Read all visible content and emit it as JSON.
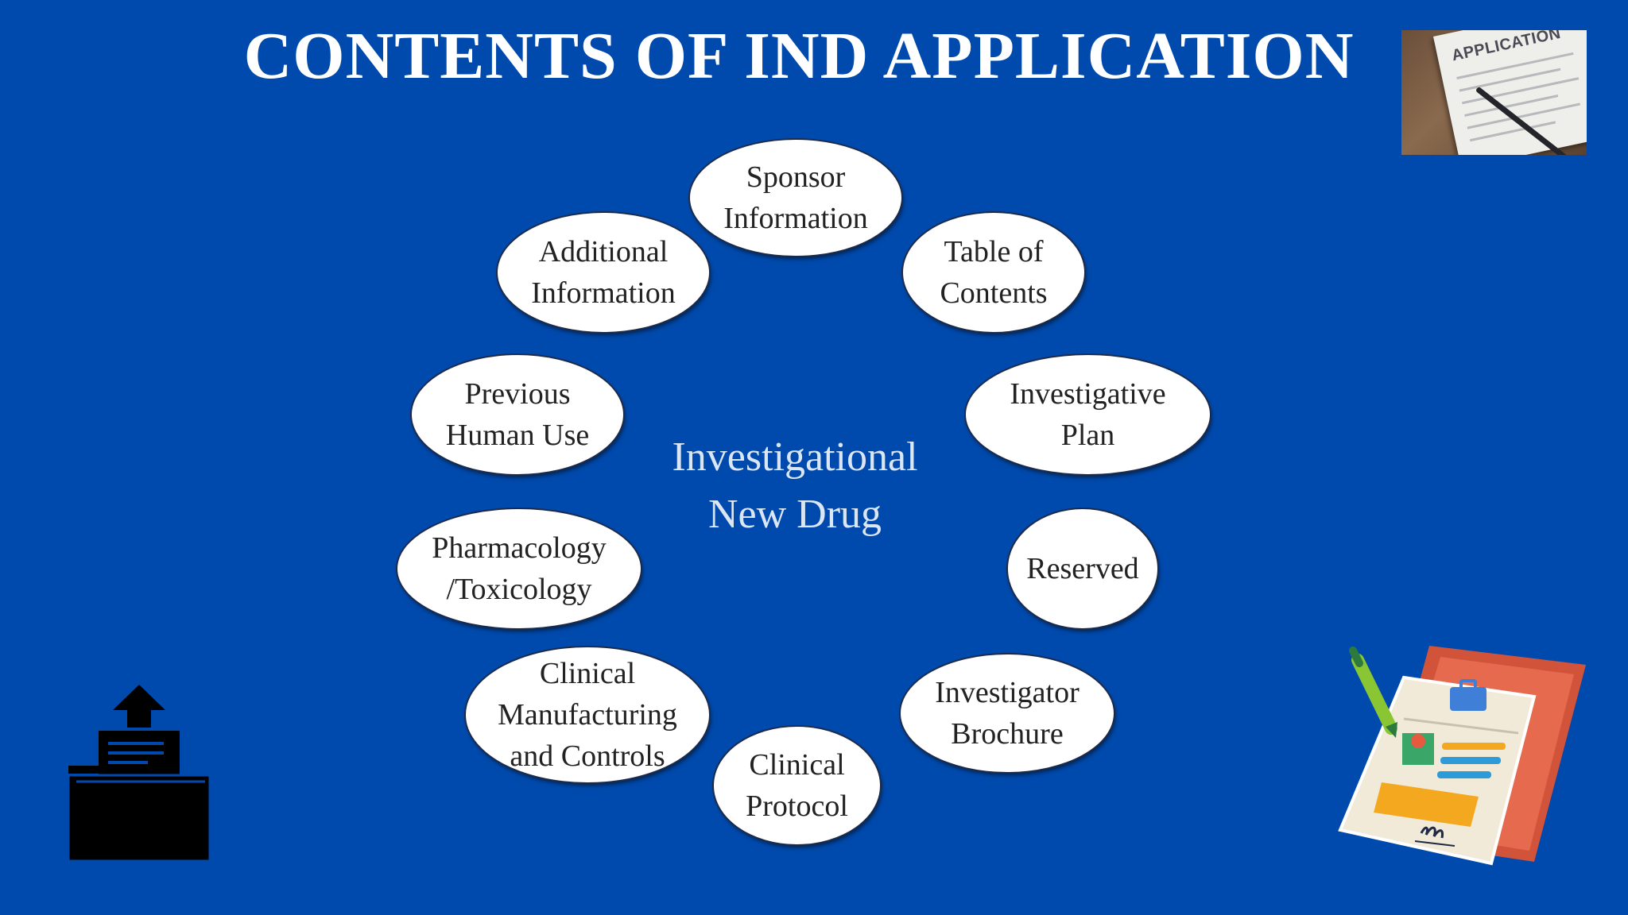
{
  "title": "CONTENTS OF IND APPLICATION",
  "center": {
    "line1": "Investigational",
    "line2": "New Drug"
  },
  "nodes": [
    {
      "lines": [
        "Sponsor",
        "Information"
      ]
    },
    {
      "lines": [
        "Table of",
        "Contents"
      ]
    },
    {
      "lines": [
        "Investigative",
        "Plan"
      ]
    },
    {
      "lines": [
        "Reserved"
      ]
    },
    {
      "lines": [
        "Investigator",
        "Brochure"
      ]
    },
    {
      "lines": [
        "Clinical",
        "Protocol"
      ]
    },
    {
      "lines": [
        "Clinical",
        "Manufacturing",
        "and Controls"
      ]
    },
    {
      "lines": [
        "Pharmacology",
        "/Toxicology"
      ]
    },
    {
      "lines": [
        "Previous",
        "Human Use"
      ]
    },
    {
      "lines": [
        "Additional",
        "Information"
      ]
    }
  ],
  "photo": {
    "word": "APPLICATION"
  },
  "icons": {
    "folder": "folder-upload-icon",
    "documents": "documents-pen-icon",
    "photo": "application-form-photo"
  },
  "colors": {
    "background": "#014aad",
    "title": "#ffffff",
    "node_fill": "#ffffff",
    "node_text": "#222222",
    "center_text": "#dbe6f5"
  }
}
